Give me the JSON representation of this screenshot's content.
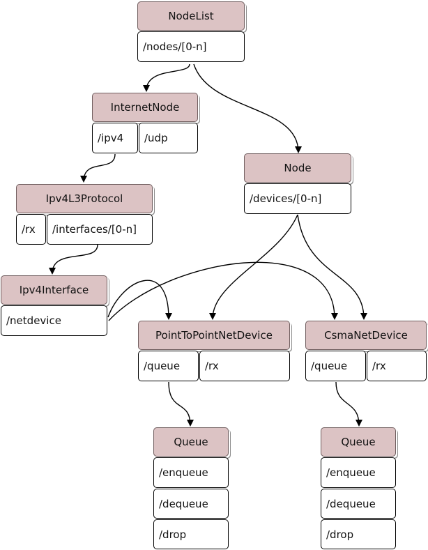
{
  "colors": {
    "header_fill": "#dcc3c4",
    "border": "#000000",
    "background": "#ffffff"
  },
  "nodes": {
    "nodelist": {
      "title": "NodeList",
      "attrs": [
        "/nodes/[0-n]"
      ]
    },
    "internetnode": {
      "title": "InternetNode",
      "attrs": [
        "/ipv4",
        "/udp"
      ]
    },
    "node": {
      "title": "Node",
      "attrs": [
        "/devices/[0-n]"
      ]
    },
    "ipv4l3": {
      "title": "Ipv4L3Protocol",
      "attrs": [
        "/rx",
        "/interfaces/[0-n]"
      ]
    },
    "ipv4iface": {
      "title": "Ipv4Interface",
      "attrs": [
        "/netdevice"
      ]
    },
    "p2p": {
      "title": "PointToPointNetDevice",
      "attrs": [
        "/queue",
        "/rx"
      ]
    },
    "csma": {
      "title": "CsmaNetDevice",
      "attrs": [
        "/queue",
        "/rx"
      ]
    },
    "queue1": {
      "title": "Queue",
      "attrs": [
        "/enqueue",
        "/dequeue",
        "/drop"
      ]
    },
    "queue2": {
      "title": "Queue",
      "attrs": [
        "/enqueue",
        "/dequeue",
        "/drop"
      ]
    }
  }
}
